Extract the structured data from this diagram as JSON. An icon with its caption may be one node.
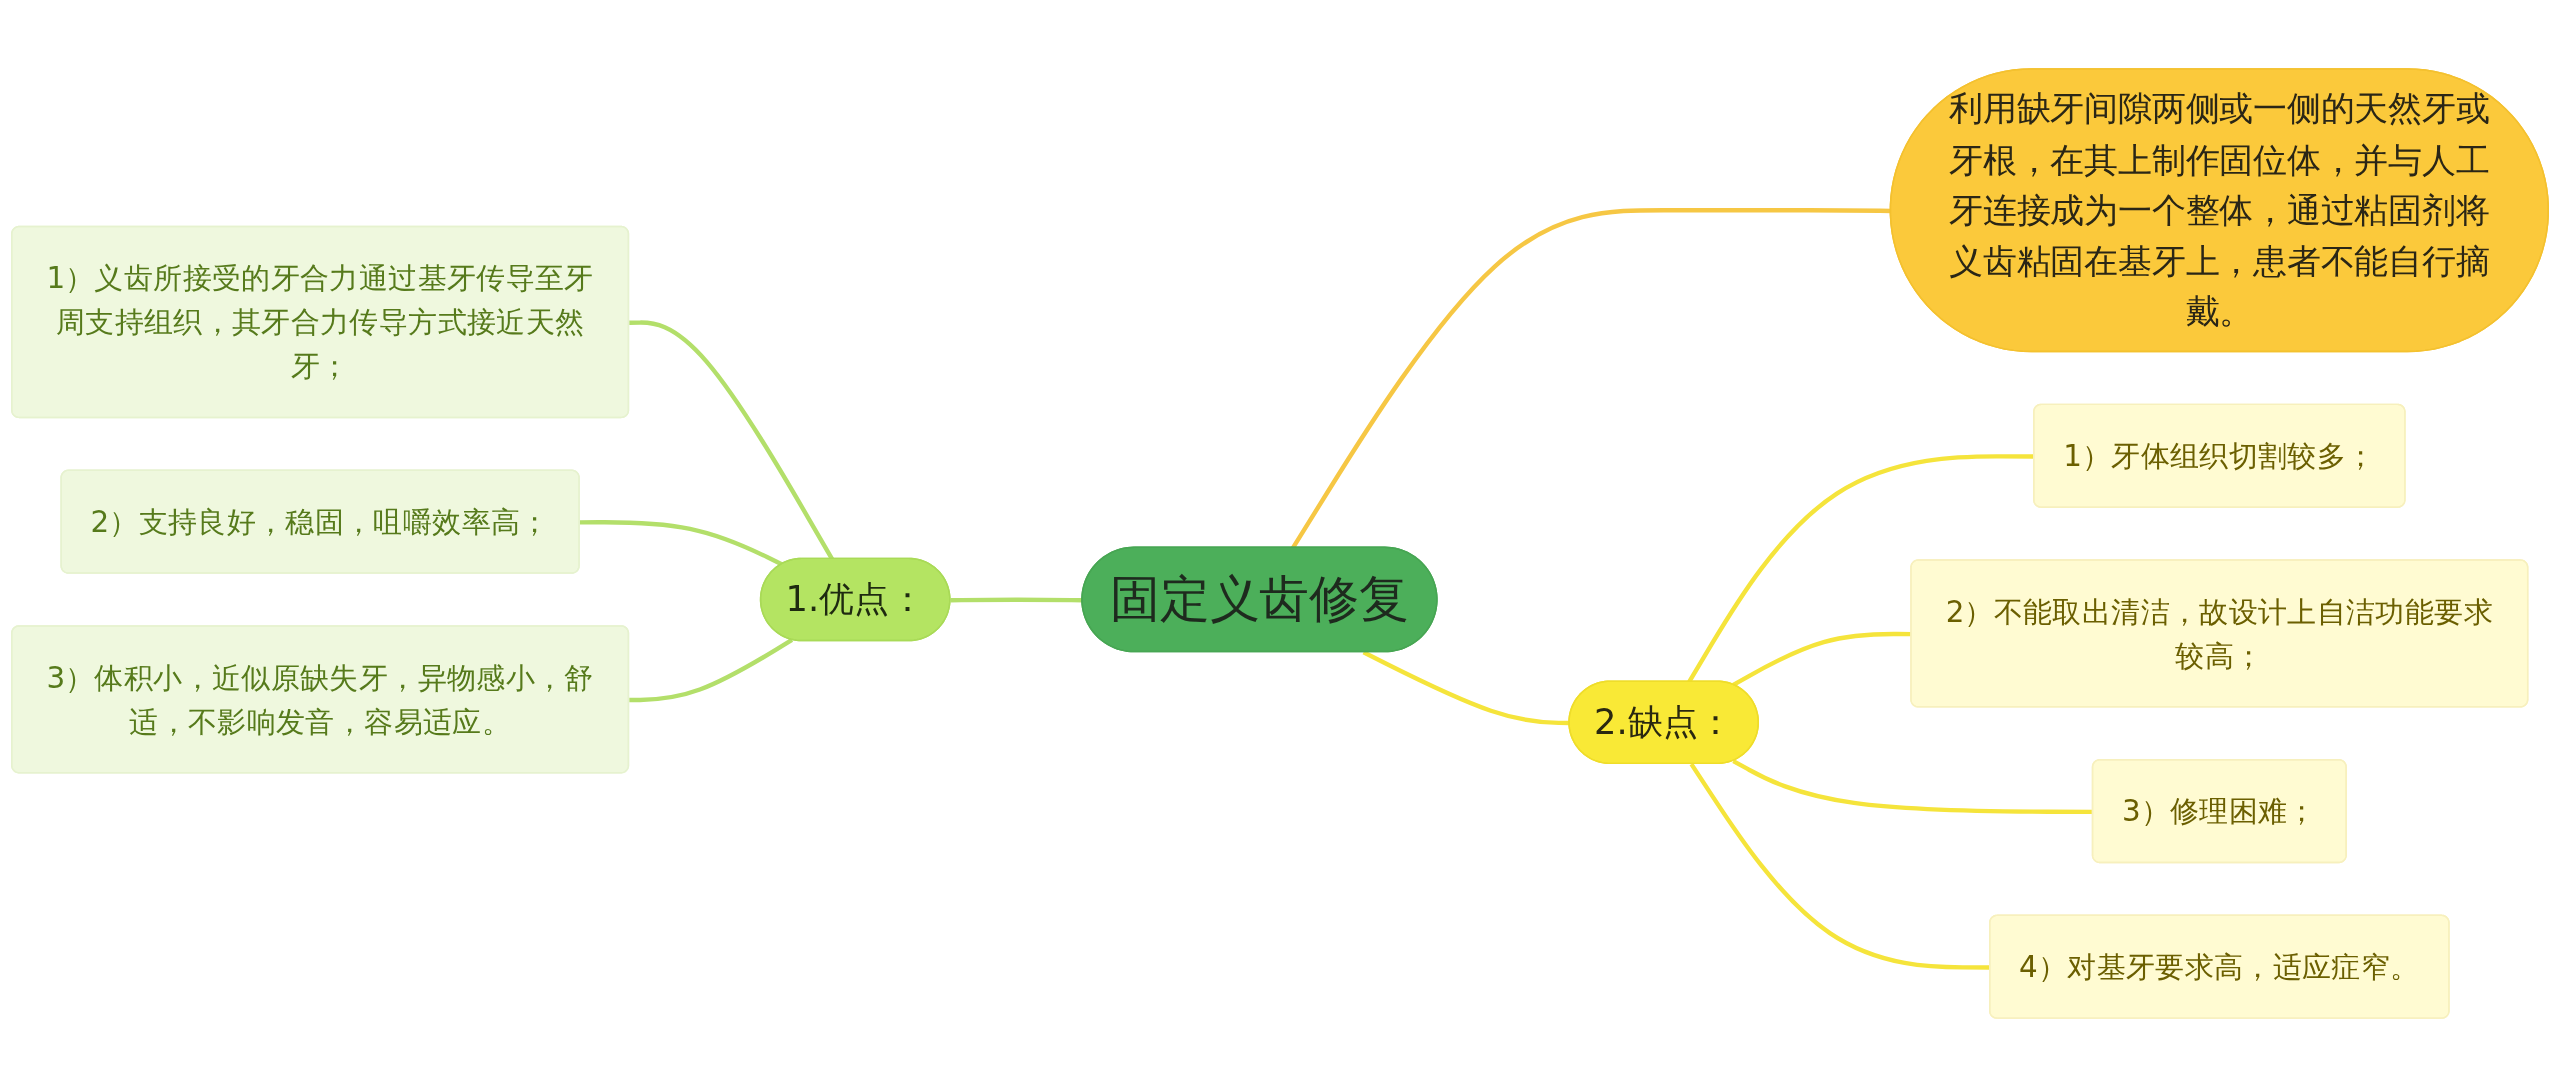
{
  "diagram": {
    "nodes": [
      {
        "text": [
          "固定义齿修复"
        ]
      },
      {
        "text": [
          "利用缺牙间隙两侧或一侧的天然牙或牙根，在其上制作固位体，并与人工牙连接成为一个整体，通过粘固剂将义齿粘固在基牙上，患者不能自行摘戴。"
        ]
      },
      {
        "text": [
          "1.优点："
        ]
      },
      {
        "text": [
          "1）义齿所接受的牙合力通过基牙传导至牙周支持组织，其牙合力传导方式接近天然牙；"
        ]
      },
      {
        "text": [
          "2）支持良好，稳固，咀嚼效率高；"
        ]
      },
      {
        "text": [
          "3）体积小，近似原缺失牙，异物感小，舒适，不影响发音，容易适应。"
        ]
      },
      {
        "text": [
          "2.缺点："
        ]
      },
      {
        "text": [
          "1）牙体组织切割较多；"
        ]
      },
      {
        "text": [
          "2）不能取出清洁，故设计上自洁功能要求较高；"
        ]
      },
      {
        "text": [
          "3）修理困难；"
        ]
      },
      {
        "text": [
          "4）对基牙要求高，适应症窄。"
        ]
      }
    ],
    "edges": [
      {
        "from": 0,
        "to": 1,
        "arrow": "none",
        "color": "#f6c744"
      },
      {
        "from": 2,
        "to": 0,
        "arrow": "none",
        "color": "#b3df6a"
      },
      {
        "from": 3,
        "to": 2,
        "arrow": "none",
        "color": "#b3df6a"
      },
      {
        "from": 4,
        "to": 2,
        "arrow": "none",
        "color": "#b3df6a"
      },
      {
        "from": 5,
        "to": 2,
        "arrow": "none",
        "color": "#b3df6a"
      },
      {
        "from": 0,
        "to": 6,
        "arrow": "none"
      },
      {
        "from": 6,
        "to": 7,
        "arrow": "none"
      },
      {
        "from": 6,
        "to": 8,
        "arrow": "none"
      },
      {
        "from": 6,
        "to": 9,
        "arrow": "none"
      },
      {
        "from": 6,
        "to": 10,
        "arrow": "none"
      }
    ]
  }
}
